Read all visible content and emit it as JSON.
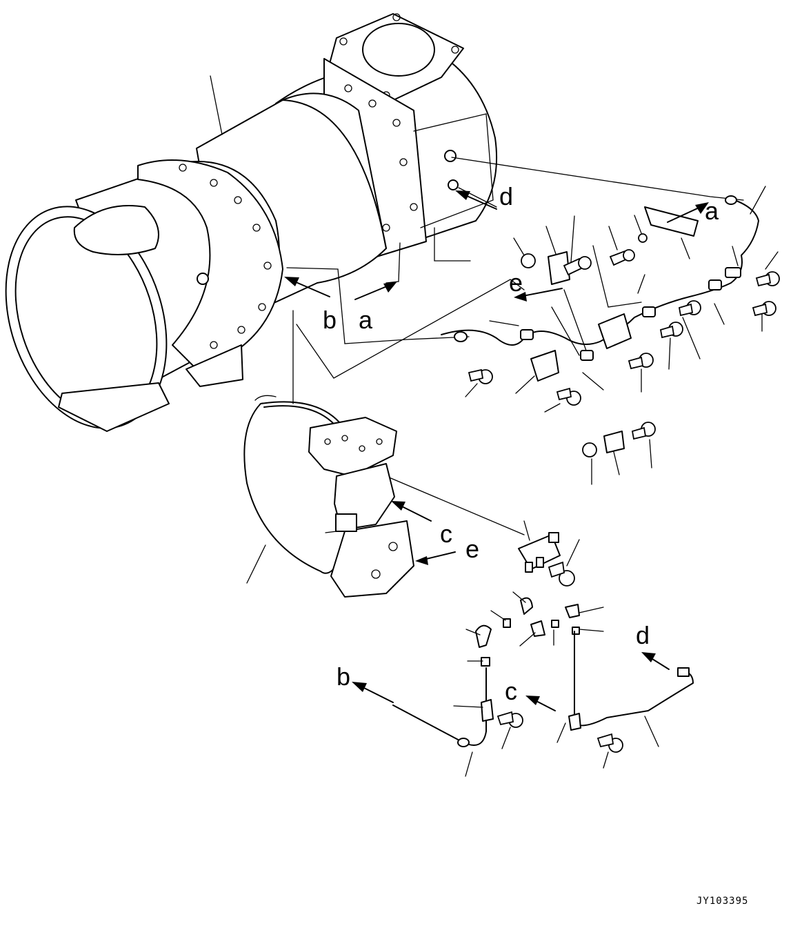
{
  "drawing_code": "JY103395",
  "callouts": {
    "a1": "a",
    "a2": "a",
    "b1": "b",
    "b2": "b",
    "c1": "c",
    "c2": "c",
    "d1": "d",
    "d2": "d",
    "e1": "e",
    "e2": "e"
  }
}
